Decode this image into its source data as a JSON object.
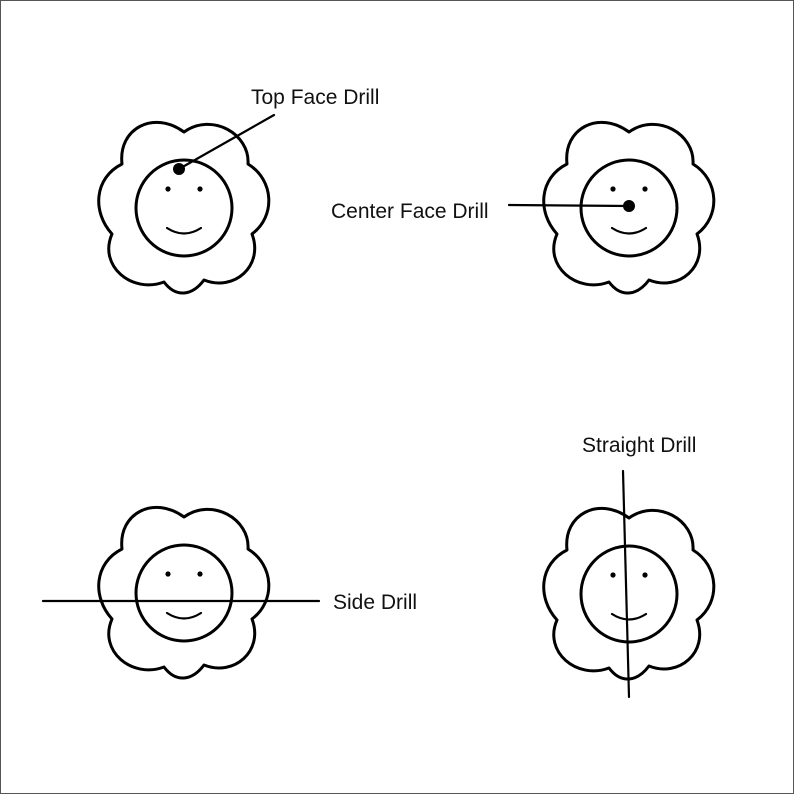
{
  "labels": {
    "top_face": "Top Face Drill",
    "center_face": "Center Face Drill",
    "side": "Side Drill",
    "straight": "Straight Drill"
  },
  "colors": {
    "line": "#000000",
    "background": "#ffffff"
  }
}
